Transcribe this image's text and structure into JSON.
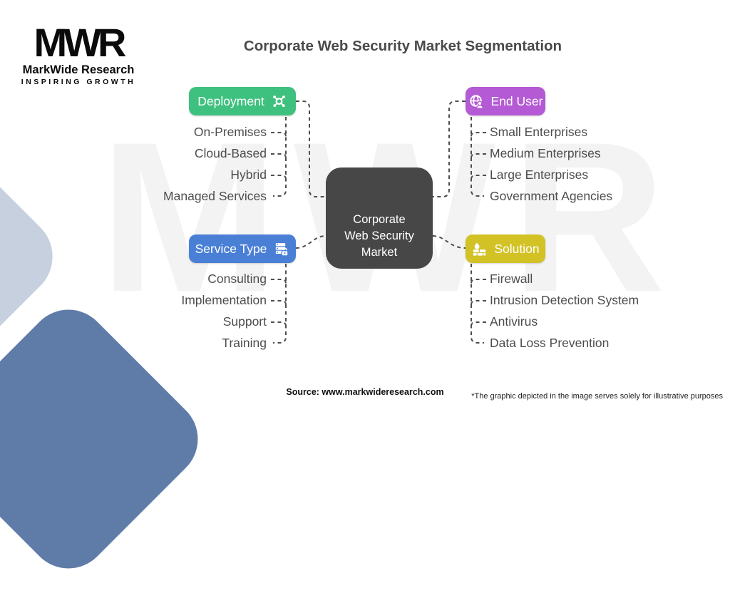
{
  "page": {
    "title": "Corporate Web Security Market Segmentation"
  },
  "logo": {
    "acronym": "MWR",
    "name": "MarkWide Research",
    "tagline": "INSPIRING GROWTH"
  },
  "watermark": {
    "text": "MWR"
  },
  "center": {
    "label": "Corporate Web Security Market",
    "lines": [
      "Corporate",
      "Web Security",
      "Market"
    ],
    "color": "#474747"
  },
  "segments": [
    {
      "id": "deployment",
      "label": "Deployment",
      "color": "#3ec17e",
      "icon": "network-hub-icon",
      "items": [
        "On-Premises",
        "Cloud-Based",
        "Hybrid",
        "Managed Services"
      ]
    },
    {
      "id": "end-user",
      "label": "End User",
      "color": "#b45ad4",
      "icon": "globe-user-icon",
      "items": [
        "Small Enterprises",
        "Medium Enterprises",
        "Large Enterprises",
        "Government Agencies"
      ]
    },
    {
      "id": "service-type",
      "label": "Service Type",
      "color": "#4a7fd6",
      "icon": "server-lock-icon",
      "items": [
        "Consulting",
        "Implementation",
        "Support",
        "Training"
      ]
    },
    {
      "id": "solution",
      "label": "Solution",
      "color": "#d2c226",
      "icon": "firewall-icon",
      "items": [
        "Firewall",
        "Intrusion Detection System",
        "Antivirus",
        "Data Loss Prevention"
      ]
    }
  ],
  "connector_color": "#4e4e4e",
  "footer": {
    "source": "Source: www.markwideresearch.com",
    "disclaimer": "*The graphic depicted in the image serves solely for illustrative purposes"
  }
}
